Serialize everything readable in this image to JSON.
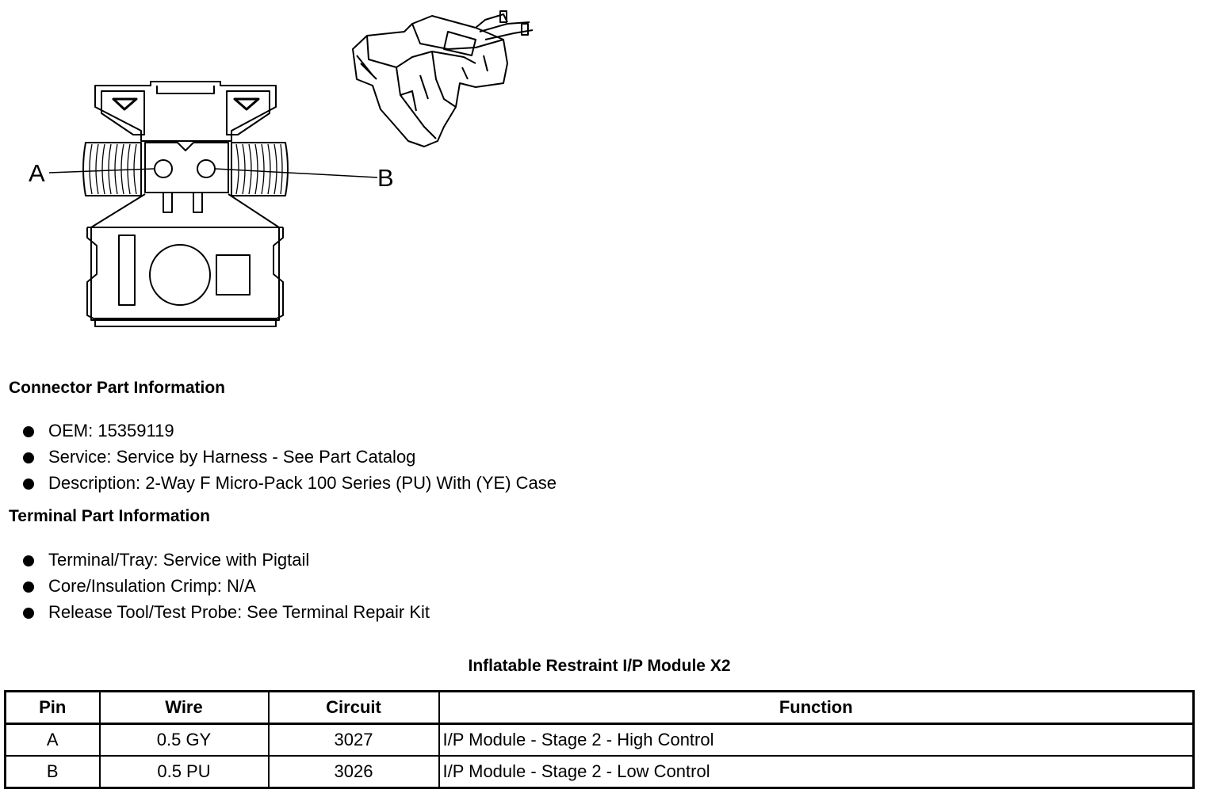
{
  "diagram": {
    "pin_labels": [
      "A",
      "B"
    ]
  },
  "connector_info": {
    "heading": "Connector Part Information",
    "items": [
      "OEM: 15359119",
      "Service: Service by Harness - See Part Catalog",
      "Description: 2-Way F Micro-Pack 100 Series (PU) With (YE) Case"
    ]
  },
  "terminal_info": {
    "heading": "Terminal Part Information",
    "items": [
      "Terminal/Tray: Service with Pigtail",
      "Core/Insulation Crimp: N/A",
      "Release Tool/Test Probe: See Terminal Repair Kit"
    ]
  },
  "pinout_table": {
    "title": "Inflatable Restraint I/P Module X2",
    "columns": [
      "Pin",
      "Wire",
      "Circuit",
      "Function"
    ],
    "rows": [
      [
        "A",
        "0.5 GY",
        "3027",
        "I/P Module - Stage 2 - High Control"
      ],
      [
        "B",
        "0.5 PU",
        "3026",
        "I/P Module - Stage 2 - Low Control"
      ]
    ]
  }
}
